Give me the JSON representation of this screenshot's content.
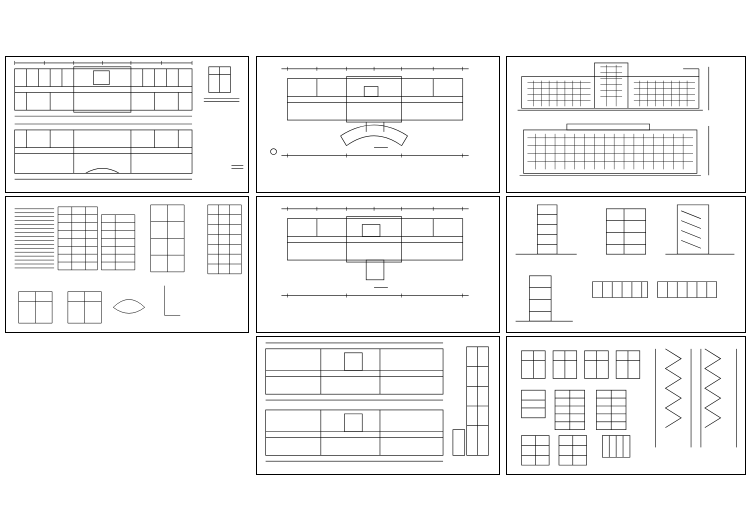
{
  "sheets": [
    {
      "key": "s1",
      "kind": "plans-two"
    },
    {
      "key": "s2",
      "kind": "plan-curved"
    },
    {
      "key": "s3",
      "kind": "elevations"
    },
    {
      "key": "s4",
      "kind": "notes"
    },
    {
      "key": "s5",
      "kind": "plan-entry"
    },
    {
      "key": "s6",
      "kind": "sections"
    },
    {
      "key": "s7",
      "kind": "plans-two-dim"
    },
    {
      "key": "s8",
      "kind": "stair-details"
    }
  ],
  "colors": {
    "line": "#000000",
    "paper": "#ffffff"
  }
}
